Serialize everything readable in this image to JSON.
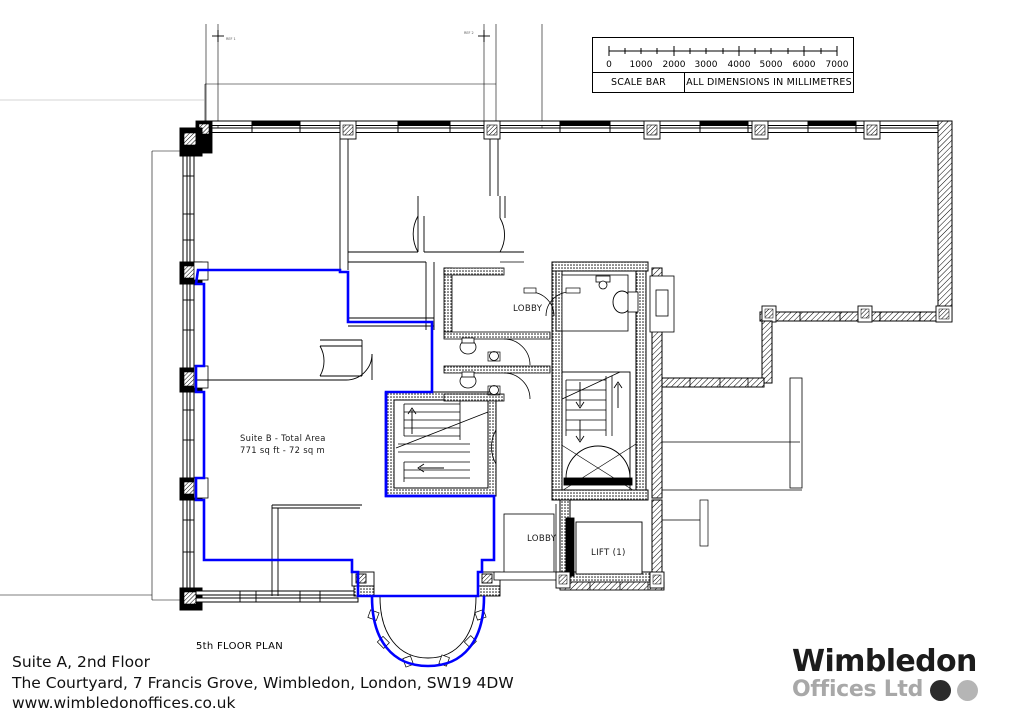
{
  "document": {
    "type": "architectural-floor-plan",
    "floor_title": "5th FLOOR PLAN"
  },
  "scale_bar": {
    "title": "SCALE BAR",
    "units_note": "ALL DIMENSIONS IN MILLIMETRES",
    "tick_labels": [
      "0",
      "1000",
      "2000",
      "3000",
      "4000",
      "5000",
      "6000",
      "7000"
    ],
    "minor_tick_step": 500,
    "major_tick_step": 1000,
    "max": 7000
  },
  "plan_labels": {
    "suite_b_line1": "Suite B - Total Area",
    "suite_b_line2": "771 sq ft - 72 sq m",
    "lobby_upper": "LOBBY",
    "lobby_lower": "LOBBY",
    "lift": "LIFT (1)"
  },
  "highlight": {
    "color": "#0000FF",
    "meaning": "Suite B demised area outline"
  },
  "footer": {
    "line1": "Suite A, 2nd Floor",
    "line2": "The Courtyard, 7 Francis Grove, Wimbledon, London, SW19 4DW",
    "line3": "www.wimbledonoffices.co.uk"
  },
  "logo": {
    "line1": "Wimbledon",
    "line2": "Offices Ltd",
    "dark_dot_color": "#2b2b2b",
    "light_dot_color": "#b5b5b5"
  }
}
